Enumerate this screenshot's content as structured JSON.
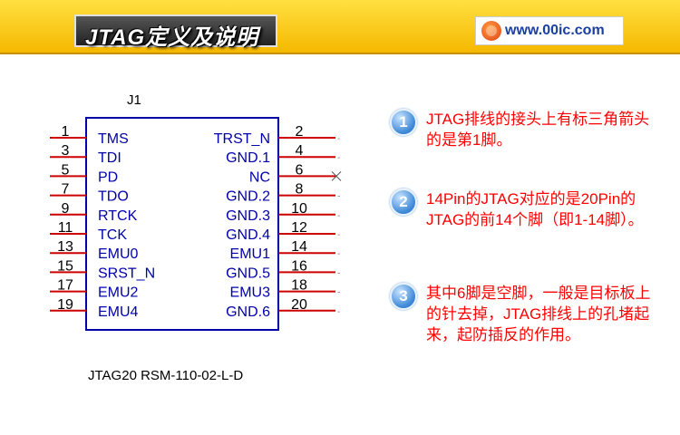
{
  "header": {
    "title": "JTAG定义及说明",
    "site": "www.00ic.com"
  },
  "schematic": {
    "ref": "J1",
    "part": "JTAG20 RSM-110-02-L-D",
    "left_pins": [
      {
        "num": "1",
        "name": "TMS"
      },
      {
        "num": "3",
        "name": "TDI"
      },
      {
        "num": "5",
        "name": "PD"
      },
      {
        "num": "7",
        "name": "TDO"
      },
      {
        "num": "9",
        "name": "RTCK"
      },
      {
        "num": "11",
        "name": "TCK"
      },
      {
        "num": "13",
        "name": "EMU0"
      },
      {
        "num": "15",
        "name": "SRST_N"
      },
      {
        "num": "17",
        "name": "EMU2"
      },
      {
        "num": "19",
        "name": "EMU4"
      }
    ],
    "right_pins": [
      {
        "num": "2",
        "name": "TRST_N"
      },
      {
        "num": "4",
        "name": "GND.1"
      },
      {
        "num": "6",
        "name": "NC"
      },
      {
        "num": "8",
        "name": "GND.2"
      },
      {
        "num": "10",
        "name": "GND.3"
      },
      {
        "num": "12",
        "name": "GND.4"
      },
      {
        "num": "14",
        "name": "EMU1"
      },
      {
        "num": "16",
        "name": "GND.5"
      },
      {
        "num": "18",
        "name": "EMU3"
      },
      {
        "num": "20",
        "name": "GND.6"
      }
    ],
    "no_connect_pin": "6",
    "colors": {
      "wire": "#cc0000",
      "body": "#0000aa",
      "text": "#0000aa",
      "pin_num": "#000000"
    }
  },
  "notes": [
    {
      "badge": "1",
      "text": "JTAG排线的接头上有标三角箭头的是第1脚。"
    },
    {
      "badge": "2",
      "text": "14Pin的JTAG对应的是20Pin的JTAG的前14个脚（即1-14脚）。"
    },
    {
      "badge": "3",
      "text": "其中6脚是空脚，一般是目标板上的针去掉，JTAG排线上的孔堵起来，起防插反的作用。"
    }
  ],
  "colors": {
    "banner": "#f5b800",
    "note_text": "#ff0000",
    "badge": "#3a86d6"
  }
}
